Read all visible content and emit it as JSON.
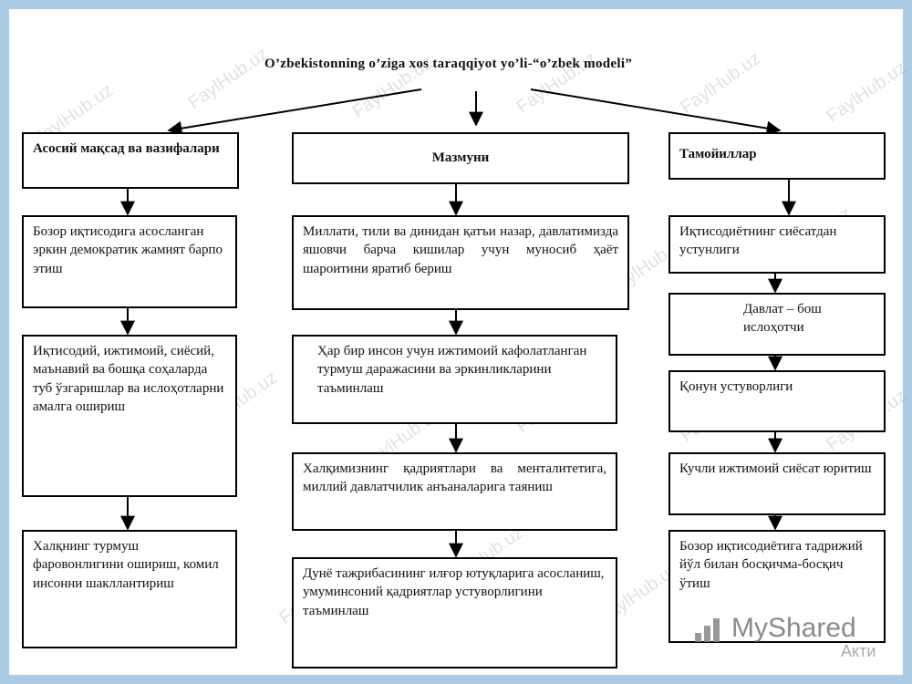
{
  "title": "O’zbekistonning o’ziga xos taraqqiyot  yo’li-“o’zbek  modeli”",
  "columns": {
    "left": {
      "header": "Асосий мақсад ва вазифалари",
      "items": [
        "Бозор иқтисодига асосланган эркин демократик жамият барпо этиш",
        "Иқтисодий, ижтимоий, сиёсий, маънавий ва бошқа соҳаларда туб ўзгаришлар ва ислоҳотларни амалга ошириш",
        "Халқнинг турмуш фаровонлигини ошириш, комил инсонни шакллантириш"
      ]
    },
    "middle": {
      "header": "Мазмуни",
      "items": [
        "Миллати, тили ва динидан қатъи назар, давлатимизда яшовчи барча кишилар учун муносиб ҳаёт шароитини яратиб бериш",
        "Ҳар бир инсон учун ижтимоий кафолатланган турмуш даражасини ва эркинликларини таъминлаш",
        "Халқимизнинг қадриятлари ва менталитетига, миллий давлатчилик анъаналарига таяниш",
        "Дунё тажрибасининг илғор ютуқларига асосланиш, умуминсоний қадриятлар устуворлигини таъминлаш"
      ]
    },
    "right": {
      "header": "Тамойиллар",
      "items": [
        "Иқтисодиётнинг сиёсатдан устунлиги",
        "Давлат – бош ислоҳотчи",
        "Қонун устуворлиги",
        "Кучли ижтимоий сиёсат юритиш",
        "Бозор иқтисодиётига тадрижий йўл билан босқичма-босқич ўтиш"
      ]
    }
  },
  "watermark": "FaylHub.uz",
  "logo": "MyShared",
  "corner_text": "Акти"
}
